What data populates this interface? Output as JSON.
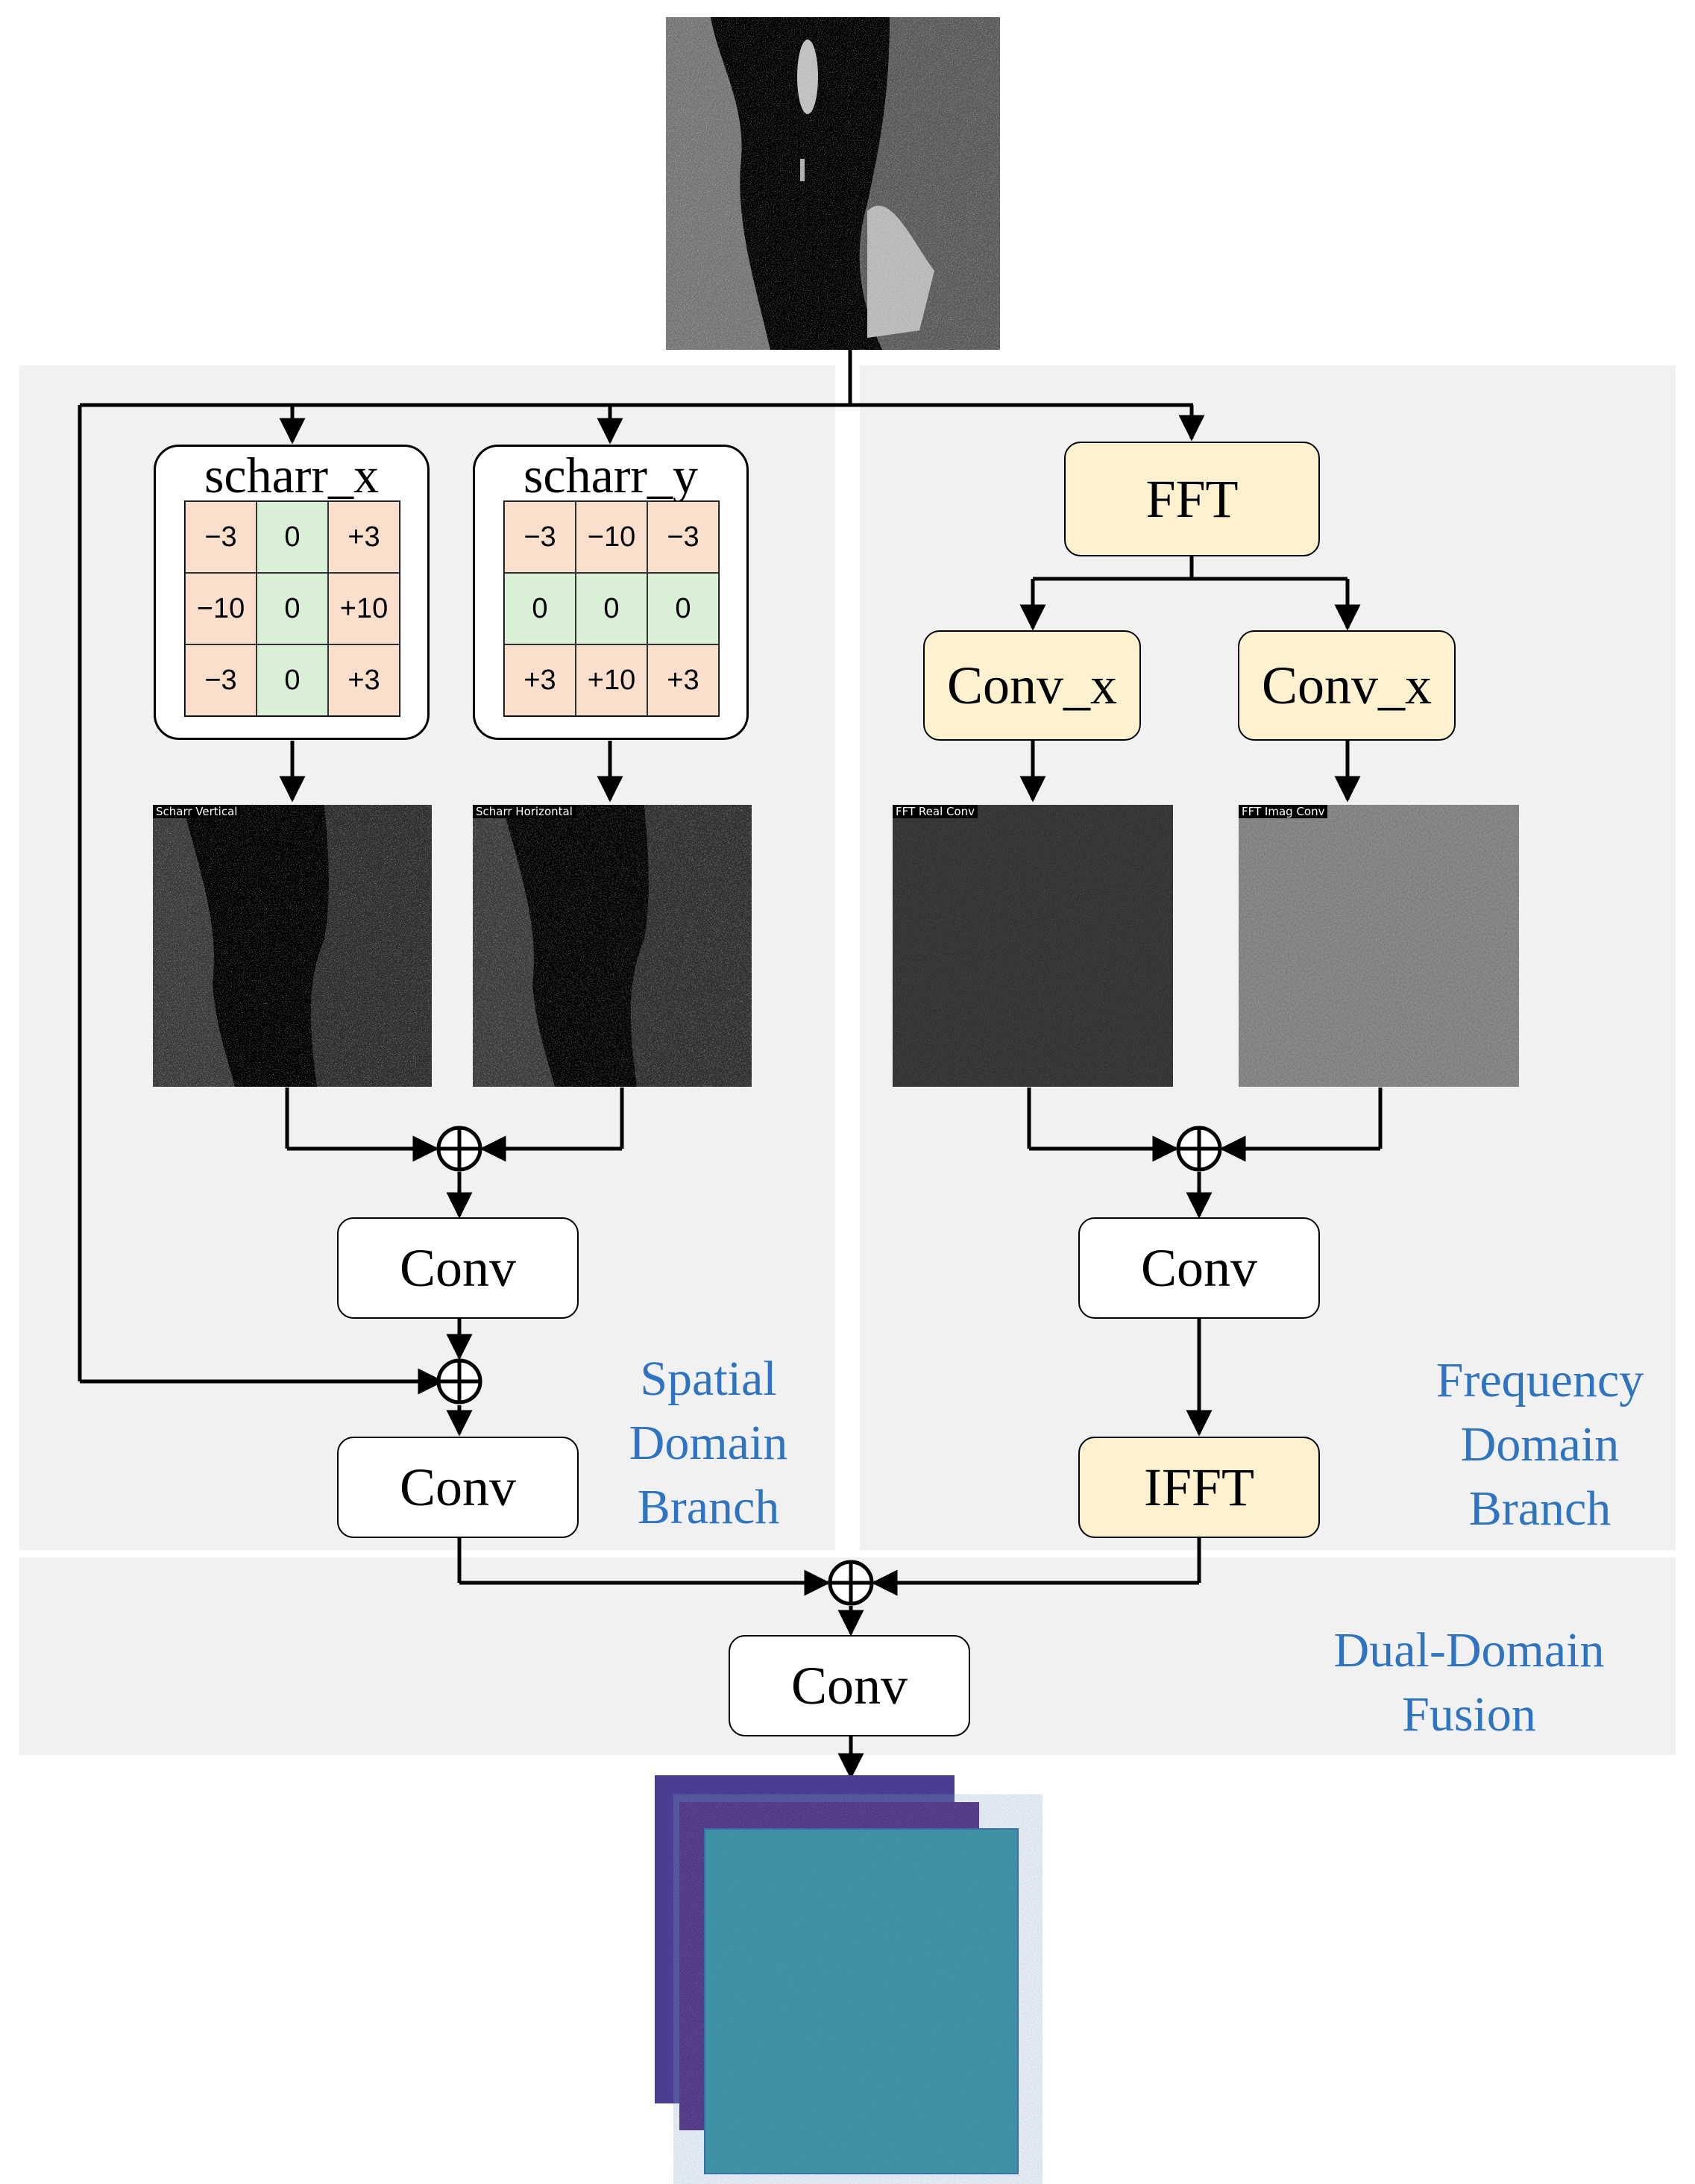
{
  "branches": {
    "spatial": [
      "Spatial",
      "Domain",
      "Branch"
    ],
    "frequency": [
      "Frequency",
      "Domain",
      "Branch"
    ],
    "fusion": [
      "Dual-Domain",
      "Fusion"
    ]
  },
  "kernels": {
    "scharr_x": {
      "title": "scharr_x",
      "cells": [
        "−3",
        "0",
        "+3",
        "−10",
        "0",
        "+10",
        "−3",
        "0",
        "+3"
      ],
      "colors": [
        "pink",
        "green",
        "pink",
        "pink",
        "green",
        "pink",
        "pink",
        "green",
        "pink"
      ]
    },
    "scharr_y": {
      "title": "scharr_y",
      "cells": [
        "−3",
        "−10",
        "−3",
        "0",
        "0",
        "0",
        "+3",
        "+10",
        "+3"
      ],
      "colors": [
        "pink",
        "pink",
        "pink",
        "green",
        "green",
        "green",
        "pink",
        "pink",
        "pink"
      ]
    }
  },
  "blocks": {
    "fft": "FFT",
    "conv_x_left": "Conv_x",
    "conv_x_right": "Conv_x",
    "spatial_conv_1": "Conv",
    "spatial_conv_2": "Conv",
    "freq_conv": "Conv",
    "ifft": "IFFT",
    "fusion_conv": "Conv"
  },
  "feature_maps": {
    "scharr_vertical": "Scharr Vertical",
    "scharr_horizontal": "Scharr Horizontal",
    "fft_real": "FFT Real Conv",
    "fft_imag": "FFT Imag Conv"
  },
  "colors": {
    "panel": "#f1f1f1",
    "block_yellow": "#fdf1cf",
    "kernel_pink": "#fbdfcd",
    "kernel_green": "#d9efd6",
    "label_blue": "#2f74c0"
  }
}
